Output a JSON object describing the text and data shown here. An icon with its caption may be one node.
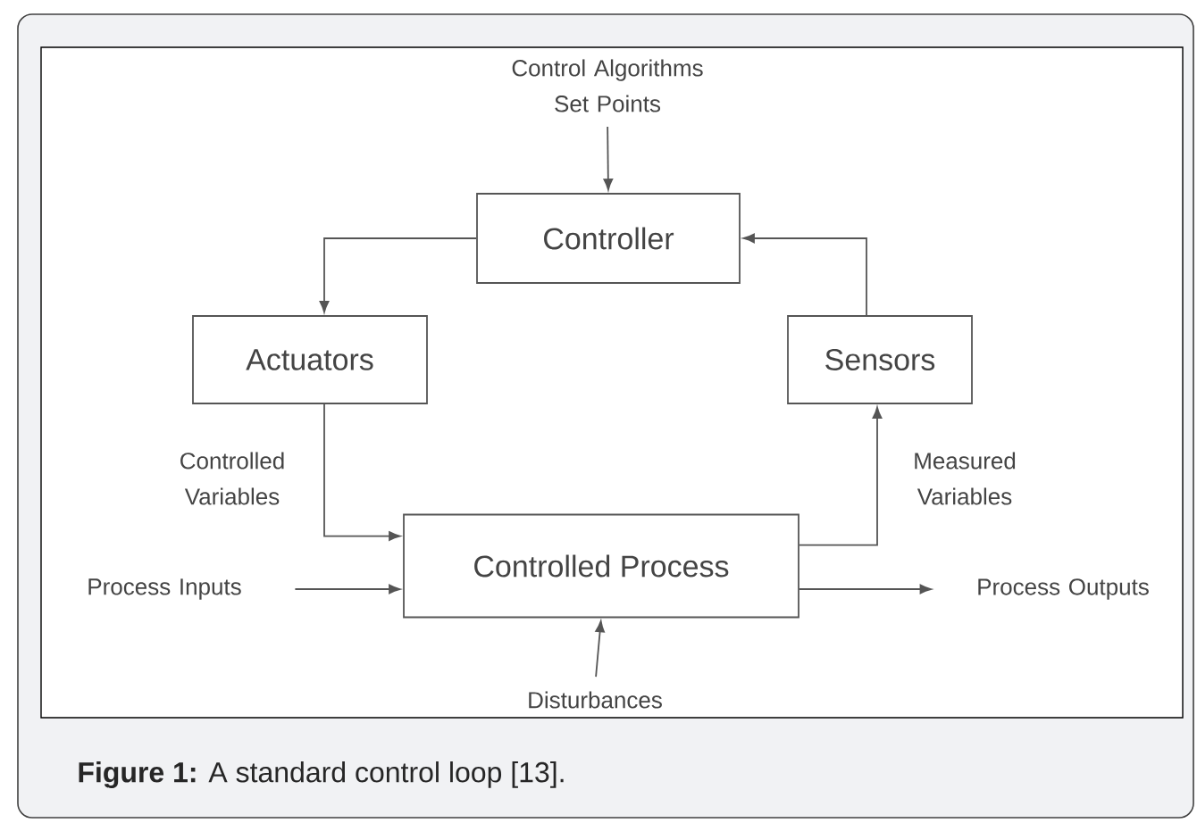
{
  "diagram": {
    "caption": "**Figure 1:** A standard control loop [13].",
    "nodes": [
      {
        "text": [
          "Controller"
        ]
      },
      {
        "text": [
          "Actuators"
        ]
      },
      {
        "text": [
          "Sensors"
        ]
      },
      {
        "text": [
          "Controlled Process"
        ]
      },
      {
        "text": [
          "Control Algorithms Set Points"
        ]
      },
      {
        "text": [
          "Process Inputs"
        ]
      },
      {
        "text": [
          "Process Outputs"
        ]
      },
      {
        "text": [
          "Disturbances"
        ]
      }
    ],
    "edges": [
      {
        "from": 4,
        "to": 0,
        "arrow": "to"
      },
      {
        "from": 0,
        "to": 1,
        "arrow": "to"
      },
      {
        "from": 2,
        "to": 0,
        "arrow": "to"
      },
      {
        "from": 1,
        "to": 3,
        "arrow": "to",
        "label": "Controlled Variables"
      },
      {
        "from": 3,
        "to": 2,
        "arrow": "to",
        "label": "Measured Variables"
      },
      {
        "from": 5,
        "to": 3,
        "arrow": "to"
      },
      {
        "from": 3,
        "to": 6,
        "arrow": "to"
      },
      {
        "from": 7,
        "to": 3,
        "arrow": "to"
      }
    ]
  }
}
